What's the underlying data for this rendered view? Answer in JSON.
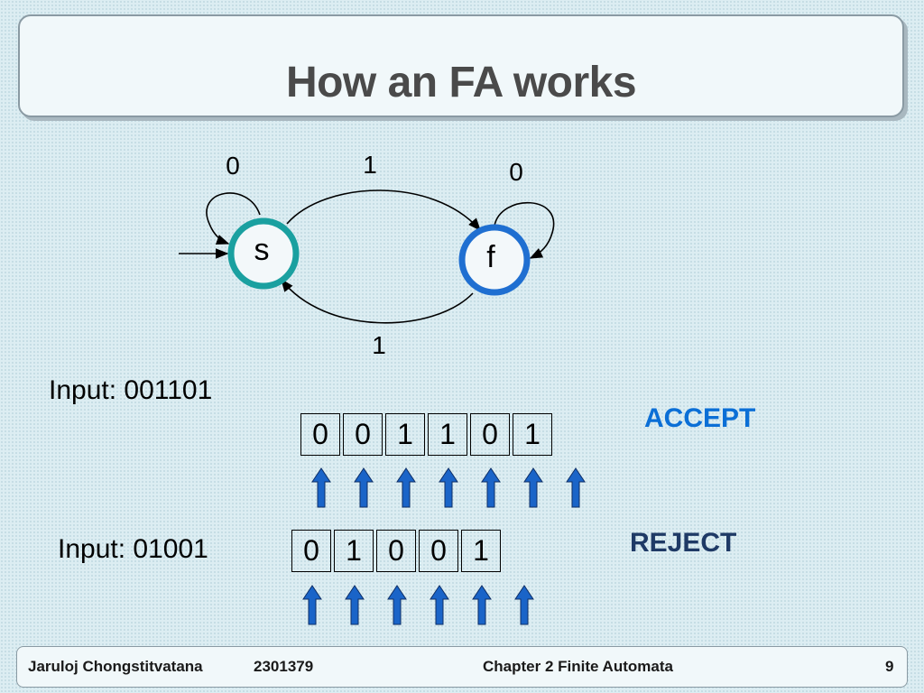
{
  "title": "How an FA works",
  "states": {
    "start": {
      "label": "s",
      "color": "#1aa0a0"
    },
    "final": {
      "label": "f",
      "color": "#1f6fd1"
    }
  },
  "transitions": {
    "s_loop": "0",
    "s_to_f": "1",
    "f_loop": "0",
    "f_to_s": "1"
  },
  "examples": [
    {
      "input_label": "Input: 001101",
      "symbols": [
        "0",
        "0",
        "1",
        "1",
        "0",
        "1"
      ],
      "result": "ACCEPT",
      "result_color": "#0b6fd6"
    },
    {
      "input_label": "Input: 01001",
      "symbols": [
        "0",
        "1",
        "0",
        "0",
        "1"
      ],
      "result": "REJECT",
      "result_color": "#1f3a66"
    }
  ],
  "arrow_color": "#1a64c8",
  "footer": {
    "author": "Jaruloj Chongstitvatana",
    "course": "2301379",
    "chapter": "Chapter 2 Finite Automata",
    "page": "9"
  }
}
